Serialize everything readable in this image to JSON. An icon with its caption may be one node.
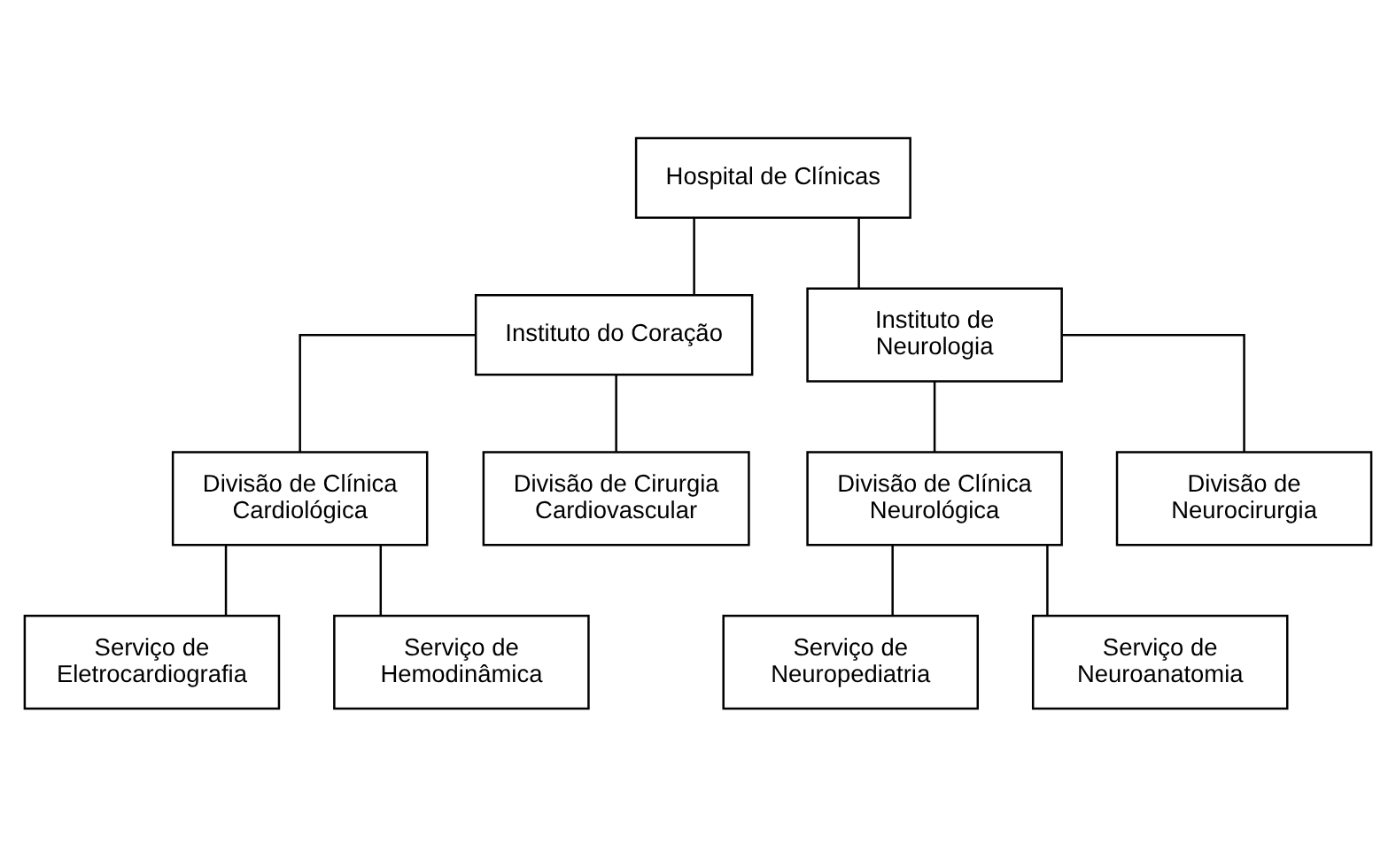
{
  "diagram": {
    "nodes": [
      {
        "text": [
          "Hospital de Clínicas"
        ]
      },
      {
        "text": [
          "Instituto do Coração"
        ]
      },
      {
        "text": [
          "Instituto de Neurologia"
        ]
      },
      {
        "text": [
          "Divisão de Clínica Cardiológica"
        ]
      },
      {
        "text": [
          "Divisão de Cirurgia Cardiovascular"
        ]
      },
      {
        "text": [
          "Divisão de Clínica Neurológica"
        ]
      },
      {
        "text": [
          "Divisão de Neurocirurgia"
        ]
      },
      {
        "text": [
          "Serviço de Eletrocardiografia"
        ]
      },
      {
        "text": [
          "Serviço de Hemodinâmica"
        ]
      },
      {
        "text": [
          "Serviço de Neuropediatria"
        ]
      },
      {
        "text": [
          "Serviço de Neuroanatomia"
        ]
      }
    ],
    "edges": [
      {
        "from": 0,
        "to": 1,
        "arrow": "none"
      },
      {
        "from": 0,
        "to": 2,
        "arrow": "none"
      },
      {
        "from": 1,
        "to": 3,
        "arrow": "none"
      },
      {
        "from": 1,
        "to": 4,
        "arrow": "none"
      },
      {
        "from": 2,
        "to": 5,
        "arrow": "none"
      },
      {
        "from": 2,
        "to": 6,
        "arrow": "none"
      },
      {
        "from": 3,
        "to": 7,
        "arrow": "none"
      },
      {
        "from": 3,
        "to": 8,
        "arrow": "none"
      },
      {
        "from": 5,
        "to": 9,
        "arrow": "none"
      },
      {
        "from": 5,
        "to": 10,
        "arrow": "none"
      }
    ]
  }
}
